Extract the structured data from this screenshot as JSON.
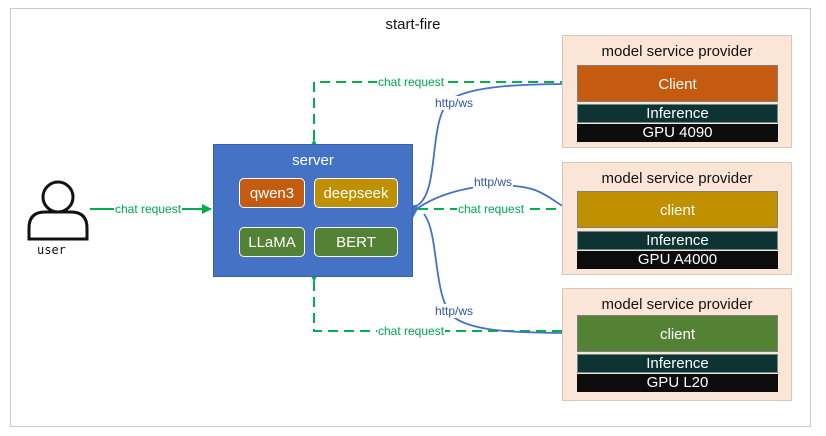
{
  "title": "start-fire",
  "user": {
    "label": "user",
    "icon": "user-icon"
  },
  "server": {
    "label": "server",
    "models": [
      {
        "name": "qwen3",
        "color": "#c55a11"
      },
      {
        "name": "deepseek",
        "color": "#bf9000"
      },
      {
        "name": "LLaMA",
        "color": "#548235"
      },
      {
        "name": "BERT",
        "color": "#548235"
      }
    ]
  },
  "providers": [
    {
      "title": "model service provider",
      "client": "Client",
      "client_color": "#c55a11",
      "inference": "Inference",
      "gpu": "GPU 4090"
    },
    {
      "title": "model service provider",
      "client": "client",
      "client_color": "#bf9000",
      "inference": "Inference",
      "gpu": "GPU A4000"
    },
    {
      "title": "model service provider",
      "client": "client",
      "client_color": "#548235",
      "inference": "Inference",
      "gpu": "GPU L20"
    }
  ],
  "edges": {
    "chat_request": "chat request",
    "http_ws": "http/ws"
  },
  "colors": {
    "chat_request": "#00b050",
    "http_ws": "#4472c4",
    "server": "#4472c4",
    "provider_bg": "#fbe5d6"
  }
}
